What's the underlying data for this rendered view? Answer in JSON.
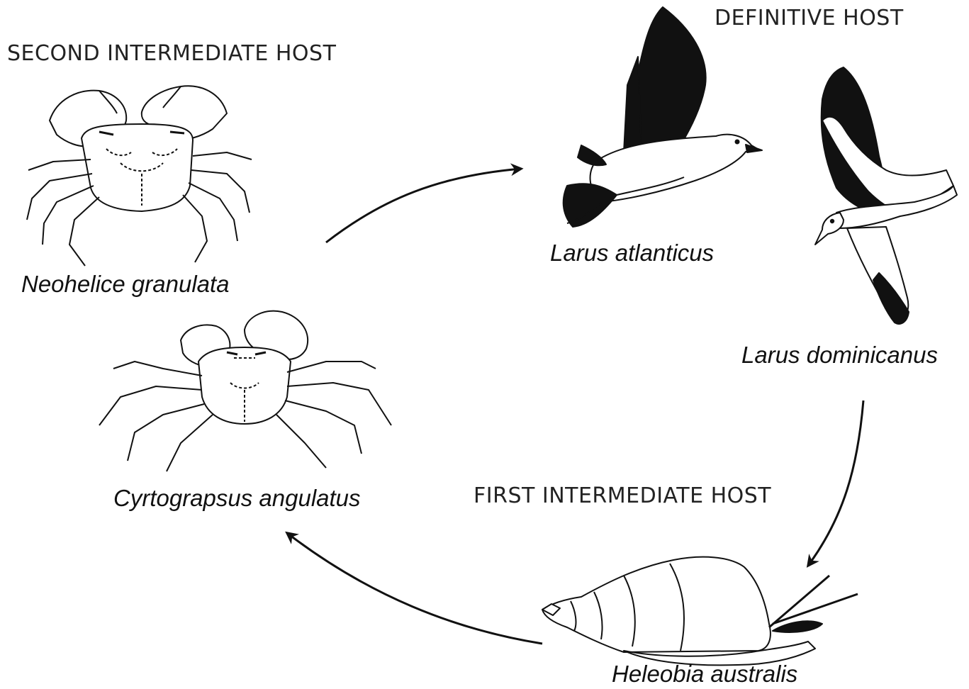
{
  "headings": {
    "definitive": "DEFINITIVE HOST",
    "second_intermediate": "SECOND INTERMEDIATE HOST",
    "first_intermediate": "FIRST INTERMEDIATE HOST"
  },
  "species": {
    "larus_atlanticus": "Larus atlanticus",
    "larus_dominicanus": "Larus dominicanus",
    "neohelice": "Neohelice granulata",
    "cyrtograpsus": "Cyrtograpsus angulatus",
    "heleobia": "Heleobia australis"
  },
  "icons": {
    "gull_flying_left": "gull-atlanticus-icon",
    "gull_flying_right": "gull-dominicanus-icon",
    "crab_1": "crab-neohelice-icon",
    "crab_2": "crab-cyrtograpsus-icon",
    "snail": "snail-heleobia-icon"
  },
  "colors": {
    "ink": "#111111",
    "background": "#ffffff"
  }
}
